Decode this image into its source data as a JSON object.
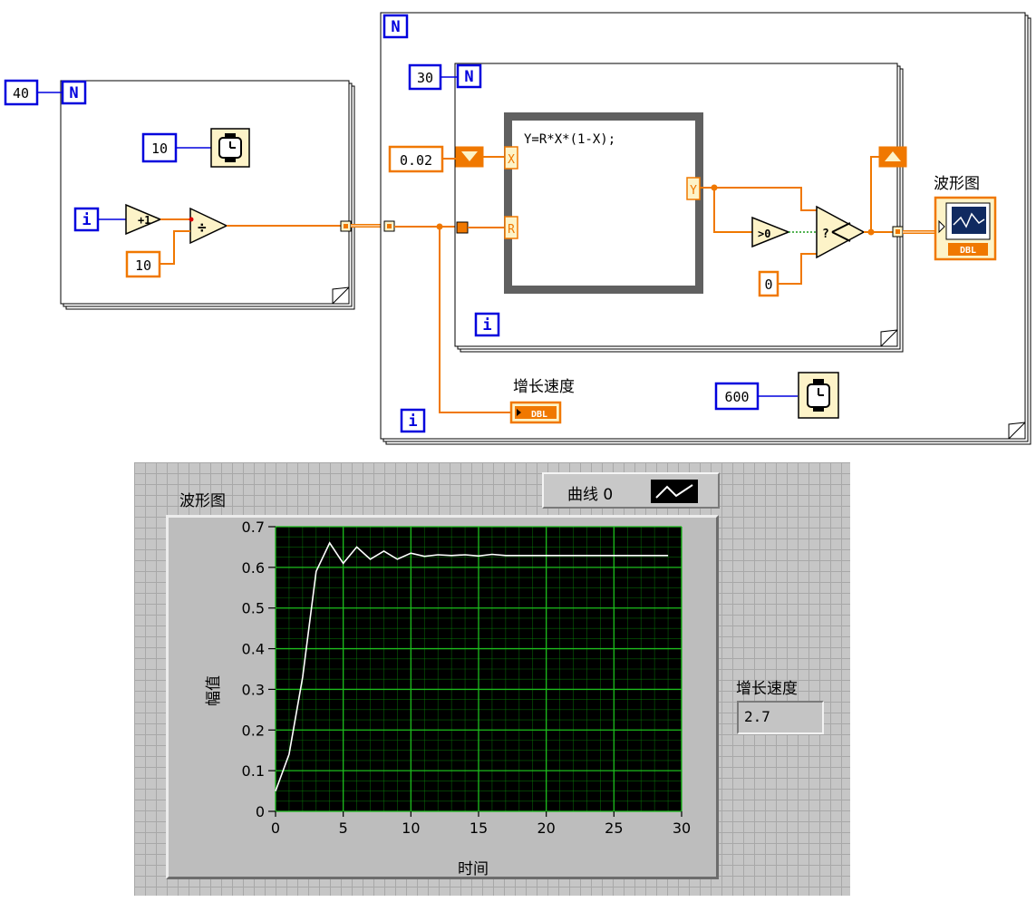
{
  "block_diagram": {
    "outer_loop_count": "40",
    "loop_N": "N",
    "wait_ms_1": "10",
    "index_i": "i",
    "increment_op": "+1",
    "divide_op": "÷",
    "divisor": "10",
    "main_loop_N": "N",
    "inner_loop_count": "30",
    "inner_loop_N": "N",
    "x_init": "0.02",
    "formula": "Y=R*X*(1-X);",
    "formula_input_x": "X",
    "formula_input_r": "R",
    "formula_output_y": "Y",
    "compare_op": ">0",
    "select_op": "?",
    "false_value": "0",
    "inner_i": "i",
    "main_i": "i",
    "waveform_label": "波形图",
    "waveform_terminal_type": "DBL",
    "growth_label": "增长速度",
    "growth_terminal_type": "DBL",
    "wait_ms_2": "600"
  },
  "front_panel": {
    "graph_label": "波形图",
    "legend_label": "曲线 0",
    "indicator_label": "增长速度",
    "indicator_value": "2.7"
  },
  "chart_data": {
    "type": "line",
    "title": "",
    "xlabel": "时间",
    "ylabel": "幅值",
    "xlim": [
      0,
      30
    ],
    "ylim": [
      0,
      0.7
    ],
    "x_ticks": [
      "0",
      "5",
      "10",
      "15",
      "20",
      "25",
      "30"
    ],
    "y_ticks": [
      "0",
      "0.1",
      "0.2",
      "0.3",
      "0.4",
      "0.5",
      "0.6",
      "0.7"
    ],
    "grid": true,
    "legend": "top-right",
    "colors": {
      "background": "#000000",
      "grid": "#0a8a0a",
      "line": "#ffffff"
    },
    "series": [
      {
        "name": "曲线 0",
        "x": [
          0,
          1,
          2,
          3,
          4,
          5,
          6,
          7,
          8,
          9,
          10,
          11,
          12,
          13,
          14,
          15,
          16,
          17,
          18,
          19,
          20,
          21,
          22,
          23,
          24,
          25,
          26,
          27,
          28,
          29
        ],
        "y": [
          0.05,
          0.14,
          0.33,
          0.59,
          0.66,
          0.61,
          0.65,
          0.62,
          0.64,
          0.62,
          0.635,
          0.627,
          0.631,
          0.629,
          0.631,
          0.628,
          0.632,
          0.629,
          0.629,
          0.629,
          0.629,
          0.629,
          0.629,
          0.629,
          0.629,
          0.629,
          0.629,
          0.629,
          0.629,
          0.629
        ]
      }
    ]
  },
  "colors": {
    "wire": "#f07800",
    "loop_blue": "#0000dd",
    "node_fill": "#fdf3c8",
    "formula_border": "#606060"
  }
}
